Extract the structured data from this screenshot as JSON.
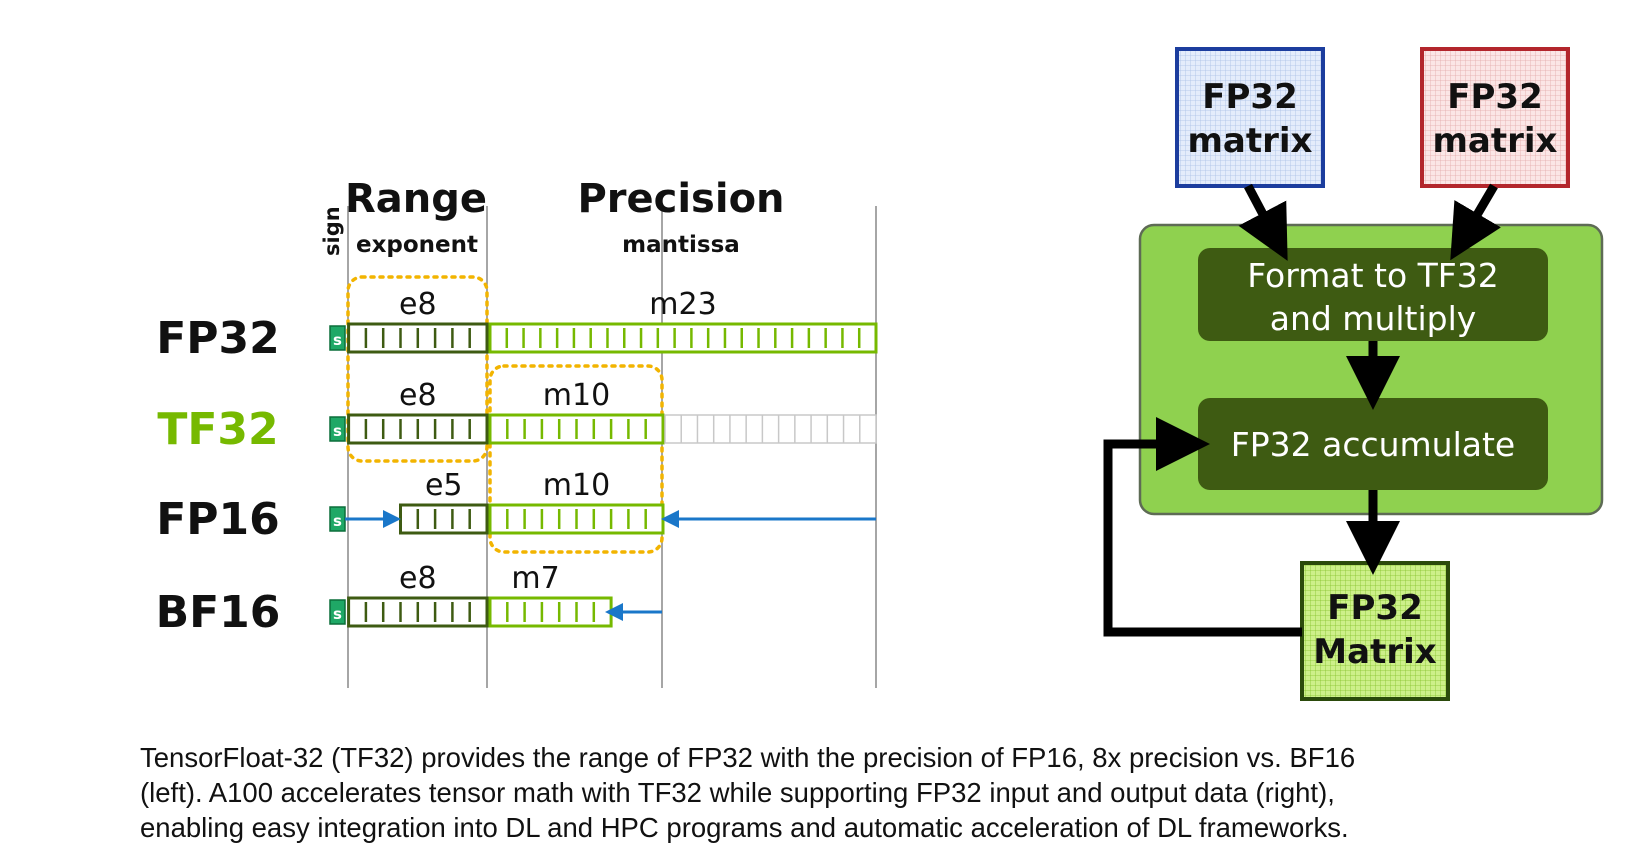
{
  "left": {
    "sign_label": "sign",
    "range": {
      "title": "Range",
      "subtitle": "exponent"
    },
    "precision": {
      "title": "Precision",
      "subtitle": "mantissa"
    },
    "sign_bit": "s",
    "formats": [
      {
        "name": "FP32",
        "exp_label": "e8",
        "mant_label": "m23",
        "exp_bits": 8,
        "mant_bits": 23,
        "unused_bits": 0,
        "color": "#111111"
      },
      {
        "name": "TF32",
        "exp_label": "e8",
        "mant_label": "m10",
        "exp_bits": 8,
        "mant_bits": 10,
        "unused_bits": 13,
        "color": "#76b900"
      },
      {
        "name": "FP16",
        "exp_label": "e5",
        "mant_label": "m10",
        "exp_bits": 5,
        "mant_bits": 10,
        "unused_bits": 0,
        "color": "#111111"
      },
      {
        "name": "BF16",
        "exp_label": "e8",
        "mant_label": "m7",
        "exp_bits": 8,
        "mant_bits": 7,
        "unused_bits": 0,
        "color": "#111111"
      }
    ]
  },
  "right": {
    "input_a": {
      "line1": "FP32",
      "line2": "matrix"
    },
    "input_b": {
      "line1": "FP32",
      "line2": "matrix"
    },
    "step1": {
      "line1": "Format to TF32",
      "line2": "and multiply"
    },
    "step2": {
      "label": "FP32 accumulate"
    },
    "output": {
      "line1": "FP32",
      "line2": "Matrix"
    }
  },
  "caption": {
    "line1": "TensorFloat-32 (TF32) provides the range of FP32 with the precision of FP16, 8x precision vs. BF16",
    "line2": "(left). A100 accelerates tensor math with TF32 while supporting FP32 input and output data (right),",
    "line3": "enabling easy integration into DL and HPC programs and automatic acceleration of DL frameworks."
  }
}
